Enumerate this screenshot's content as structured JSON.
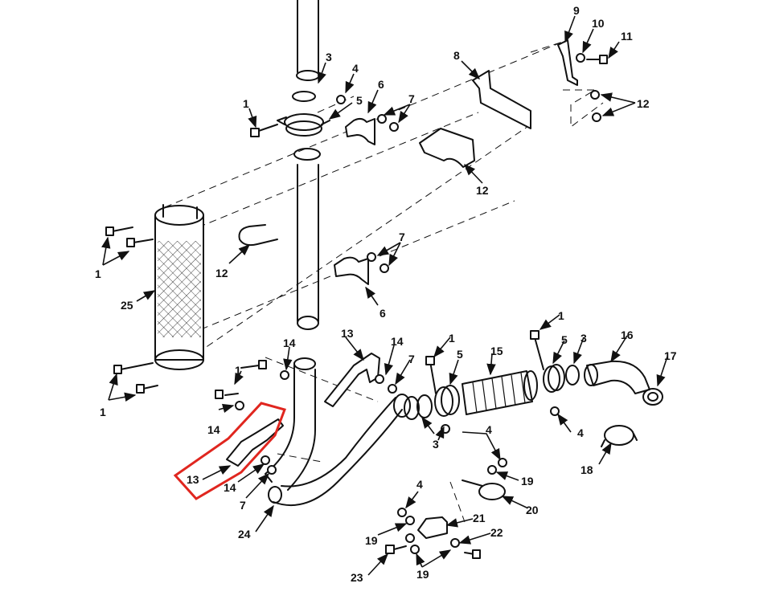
{
  "diagram": {
    "highlight_color": "#e0261f",
    "callouts": [
      {
        "id": "c1a",
        "label": "1"
      },
      {
        "id": "c3a",
        "label": "3"
      },
      {
        "id": "c4a",
        "label": "4"
      },
      {
        "id": "c5a",
        "label": "5"
      },
      {
        "id": "c6a",
        "label": "6"
      },
      {
        "id": "c7a",
        "label": "7"
      },
      {
        "id": "c8",
        "label": "8"
      },
      {
        "id": "c9",
        "label": "9"
      },
      {
        "id": "c10",
        "label": "10"
      },
      {
        "id": "c11",
        "label": "11"
      },
      {
        "id": "c12a",
        "label": "12"
      },
      {
        "id": "c12b",
        "label": "12"
      },
      {
        "id": "c12c",
        "label": "12"
      },
      {
        "id": "c1b",
        "label": "1"
      },
      {
        "id": "c7b",
        "label": "7"
      },
      {
        "id": "c6b",
        "label": "6"
      },
      {
        "id": "c25",
        "label": "25"
      },
      {
        "id": "c1c",
        "label": "1"
      },
      {
        "id": "c13a",
        "label": "13"
      },
      {
        "id": "c14a",
        "label": "14"
      },
      {
        "id": "c14b",
        "label": "14"
      },
      {
        "id": "c7c",
        "label": "7"
      },
      {
        "id": "c1d",
        "label": "1"
      },
      {
        "id": "c5b",
        "label": "5"
      },
      {
        "id": "c15",
        "label": "15"
      },
      {
        "id": "c1e",
        "label": "1"
      },
      {
        "id": "c5c",
        "label": "5"
      },
      {
        "id": "c3b",
        "label": "3"
      },
      {
        "id": "c16",
        "label": "16"
      },
      {
        "id": "c17",
        "label": "17"
      },
      {
        "id": "c1f",
        "label": "1"
      },
      {
        "id": "c14c",
        "label": "14"
      },
      {
        "id": "c3c",
        "label": "3"
      },
      {
        "id": "c4b",
        "label": "4"
      },
      {
        "id": "c4c",
        "label": "4"
      },
      {
        "id": "c18",
        "label": "18"
      },
      {
        "id": "c13b",
        "label": "13"
      },
      {
        "id": "c14d",
        "label": "14"
      },
      {
        "id": "c7d",
        "label": "7"
      },
      {
        "id": "c19a",
        "label": "19"
      },
      {
        "id": "c20",
        "label": "20"
      },
      {
        "id": "c24",
        "label": "24"
      },
      {
        "id": "c4d",
        "label": "4"
      },
      {
        "id": "c21",
        "label": "21"
      },
      {
        "id": "c19b",
        "label": "19"
      },
      {
        "id": "c22",
        "label": "22"
      },
      {
        "id": "c23",
        "label": "23"
      },
      {
        "id": "c19c",
        "label": "19"
      }
    ]
  }
}
